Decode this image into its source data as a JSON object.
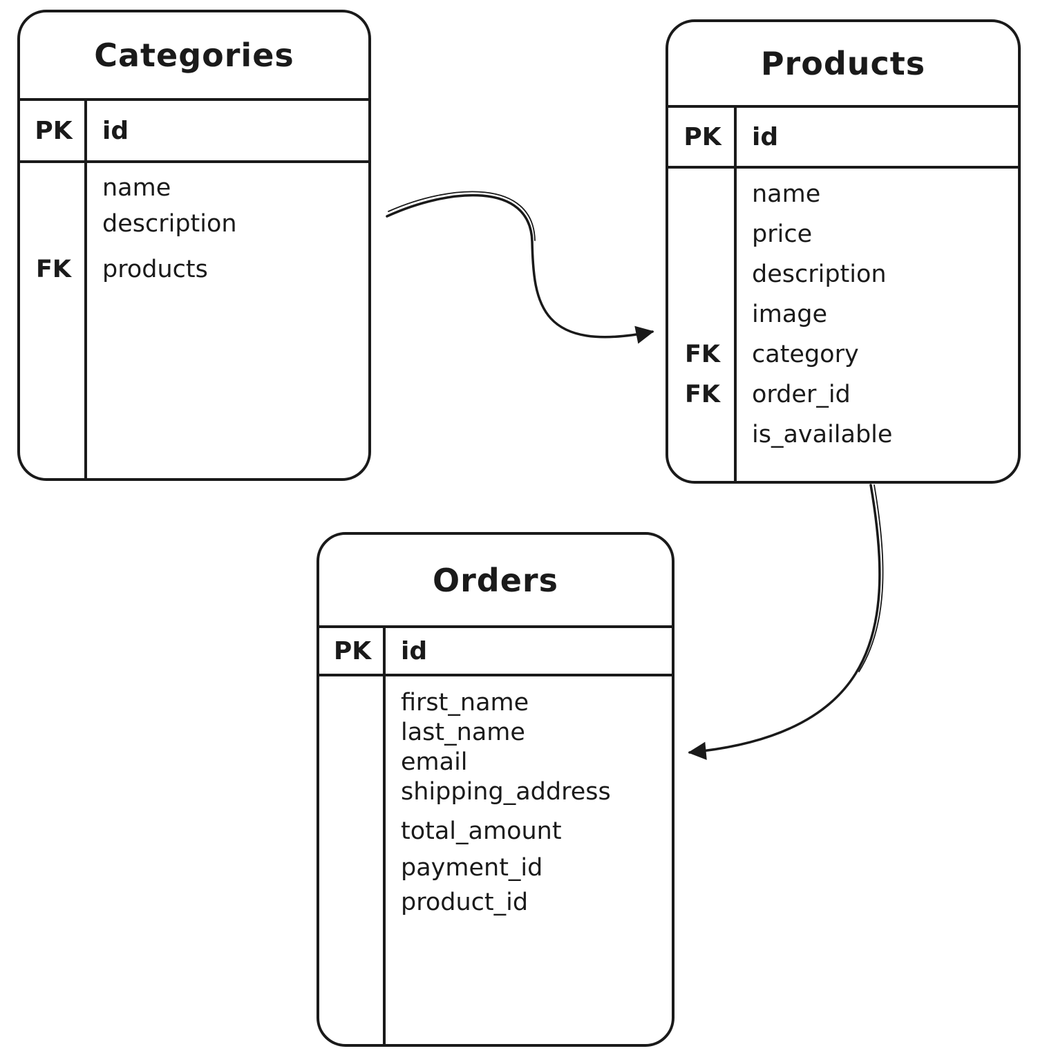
{
  "canvas": {
    "background": "#ffffff",
    "stroke": "#1a1a1a"
  },
  "entities": {
    "categories": {
      "title": "Categories",
      "header": {
        "key": "PK",
        "field": "id"
      },
      "rows": [
        {
          "key": "",
          "field": "name"
        },
        {
          "key": "",
          "field": "description"
        },
        {
          "key": "FK",
          "field": "products"
        }
      ]
    },
    "products": {
      "title": "Products",
      "header": {
        "key": "PK",
        "field": "id"
      },
      "rows": [
        {
          "key": "",
          "field": "name"
        },
        {
          "key": "",
          "field": "price"
        },
        {
          "key": "",
          "field": "description"
        },
        {
          "key": "",
          "field": "image"
        },
        {
          "key": "FK",
          "field": "category"
        },
        {
          "key": "FK",
          "field": "order_id"
        },
        {
          "key": "",
          "field": "is_available"
        }
      ]
    },
    "orders": {
      "title": "Orders",
      "header": {
        "key": "PK",
        "field": "id"
      },
      "rows": [
        {
          "key": "",
          "field": "first_name"
        },
        {
          "key": "",
          "field": "last_name"
        },
        {
          "key": "",
          "field": "email"
        },
        {
          "key": "",
          "field": "shipping_address"
        },
        {
          "key": "",
          "field": "total_amount"
        },
        {
          "key": "",
          "field": "payment_id"
        },
        {
          "key": "",
          "field": "product_id"
        }
      ]
    }
  },
  "relations": [
    {
      "name": "categories-to-products",
      "from": "Categories.products",
      "to": "Products.category"
    },
    {
      "name": "products-to-orders",
      "from": "Products.order_id",
      "to": "Orders"
    }
  ]
}
